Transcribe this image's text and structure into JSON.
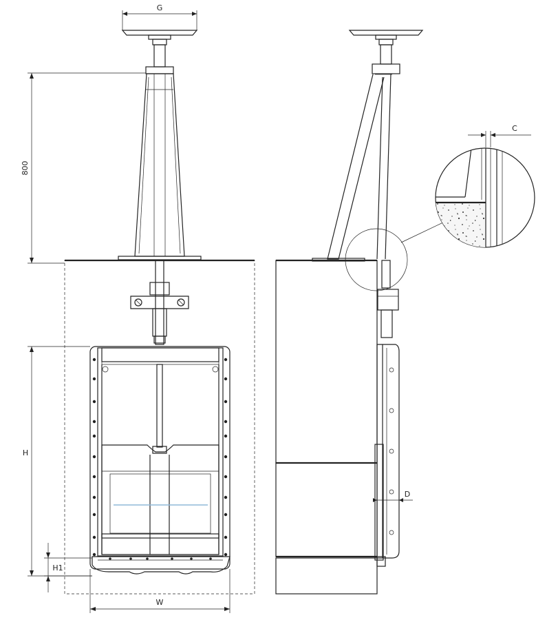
{
  "dimensions": {
    "g": "G",
    "height_800": "800",
    "h": "H",
    "h1": "H1",
    "w": "W",
    "c": "C",
    "d": "D"
  },
  "colors": {
    "line": "#222222",
    "concrete": "#f4f4f4",
    "water_line": "#8fb8d8"
  }
}
